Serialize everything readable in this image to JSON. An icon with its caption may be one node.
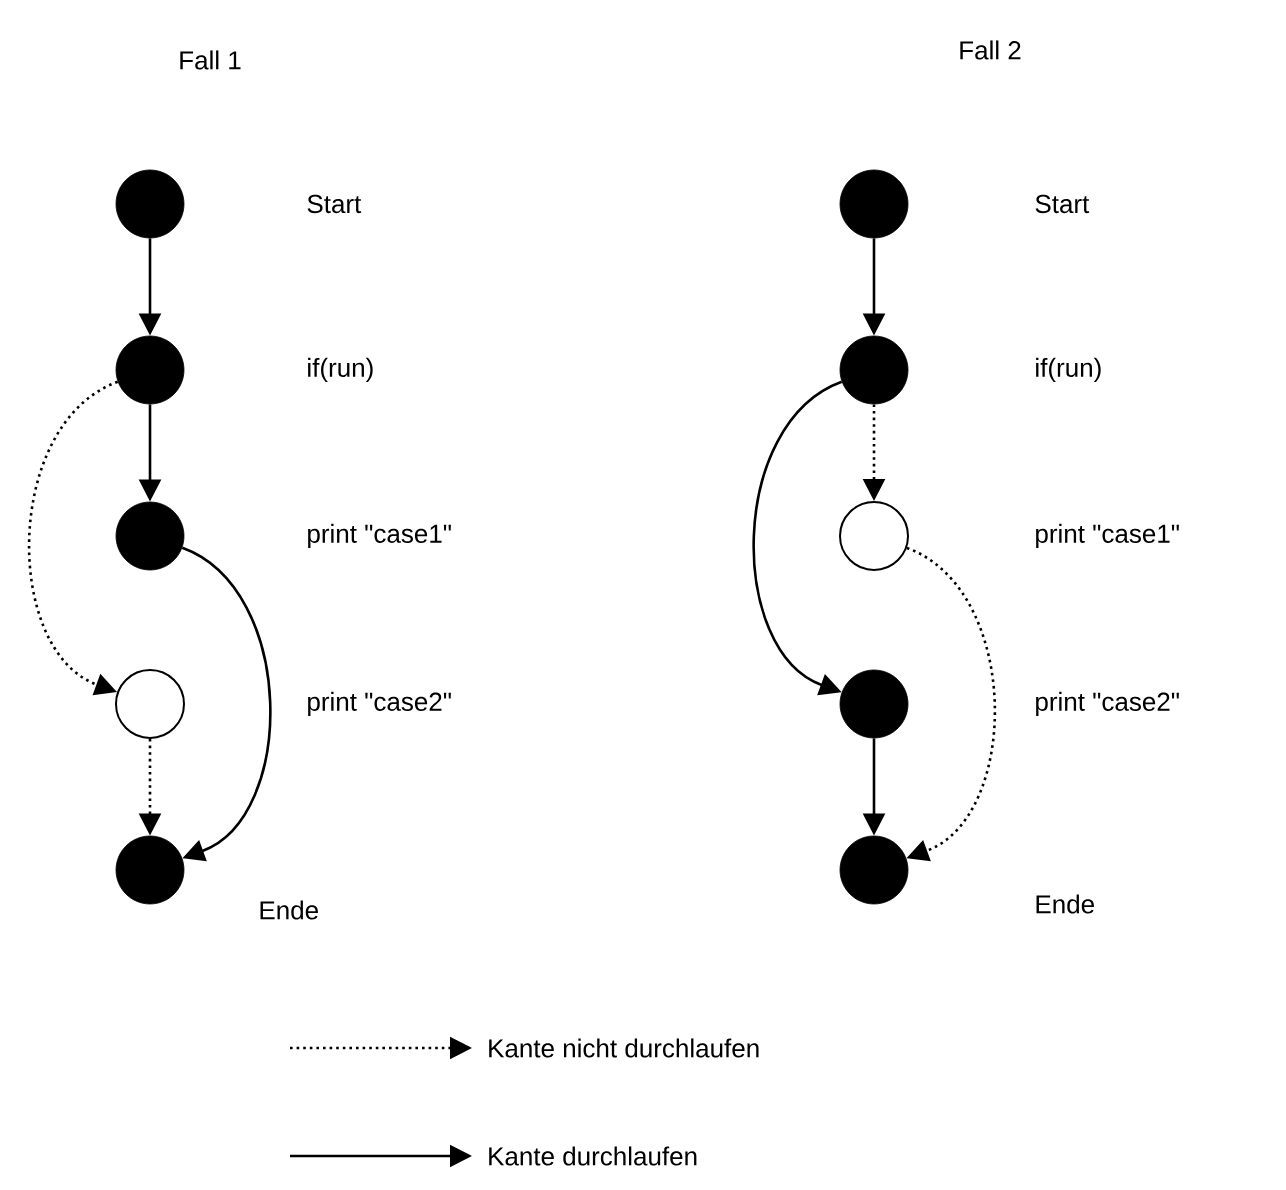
{
  "diagram": {
    "nodes": [
      {
        "text": [],
        "shape": "dot"
      },
      {
        "text": [],
        "shape": "dot"
      },
      {
        "text": [],
        "shape": "dot"
      },
      {
        "text": [],
        "shape": "circle"
      },
      {
        "text": [],
        "shape": "dot"
      },
      {
        "text": [],
        "shape": "dot"
      },
      {
        "text": [],
        "shape": "dot"
      },
      {
        "text": [],
        "shape": "circle"
      },
      {
        "text": [],
        "shape": "dot"
      },
      {
        "text": [],
        "shape": "dot"
      }
    ],
    "edges": [
      {
        "from": 0,
        "to": 1,
        "arrow": "to"
      },
      {
        "from": 1,
        "to": 2,
        "arrow": "to"
      },
      {
        "from": 1,
        "to": 3,
        "arrow": "to",
        "style": "dashed"
      },
      {
        "from": 2,
        "to": 4,
        "arrow": "to"
      },
      {
        "from": 3,
        "to": 4,
        "arrow": "to",
        "style": "dashed"
      },
      {
        "from": 5,
        "to": 6,
        "arrow": "to"
      },
      {
        "from": 6,
        "to": 7,
        "arrow": "to",
        "style": "dashed"
      },
      {
        "from": 6,
        "to": 8,
        "arrow": "to"
      },
      {
        "from": 7,
        "to": 9,
        "arrow": "to",
        "style": "dashed"
      },
      {
        "from": 8,
        "to": 9,
        "arrow": "to"
      }
    ],
    "labels": [
      "Fall 1",
      "Fall 2",
      "Start",
      "Start",
      "if(run)",
      "if(run)",
      "print \"case1\"",
      "print \"case1\"",
      "print \"case2\"",
      "print \"case2\"",
      "Ende",
      "Ende"
    ],
    "legend": [
      {
        "text": "Kante nicht durchlaufen"
      },
      {
        "text": "Kante durchlaufen"
      }
    ]
  }
}
